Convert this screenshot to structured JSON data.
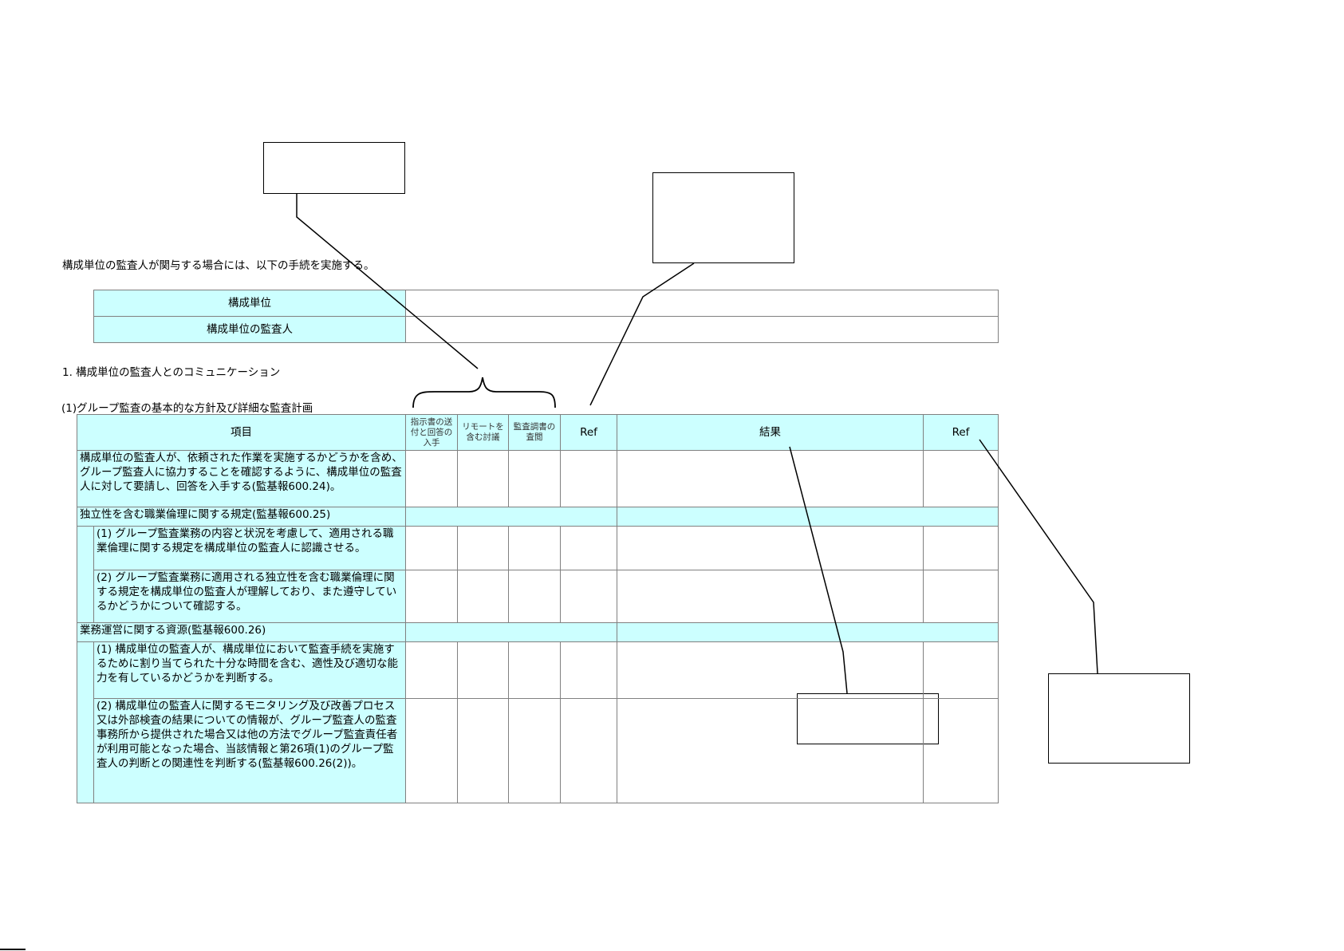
{
  "intro_text": "構成単位の監査人が関与する場合には、以下の手続を実施する。",
  "info_table": {
    "rows": [
      {
        "label": "構成単位",
        "value": ""
      },
      {
        "label": "構成単位の監査人",
        "value": ""
      }
    ]
  },
  "section_heading": "1. 構成単位の監査人とのコミュニケーション",
  "subsection_heading": "(1)グループ監査の基本的な方針及び詳細な監査計画",
  "main_table": {
    "headers": {
      "item": "項目",
      "col1": "指示書の送付と回答の入手",
      "col2": "リモートを含む討議",
      "col3": "監査調書の査閲",
      "ref1": "Ref",
      "result": "結果",
      "ref2": "Ref"
    },
    "row1": "構成単位の監査人が、依頼された作業を実施するかどうかを含め、グループ監査人に協力することを確認するように、構成単位の監査人に対して要請し、回答を入手する(監基報600.24)。",
    "section1": {
      "title": "独立性を含む職業倫理に関する規定(監基報600.25)",
      "items": [
        "(1) グループ監査業務の内容と状況を考慮して、適用される職業倫理に関する規定を構成単位の監査人に認識させる。",
        "(2) グループ監査業務に適用される独立性を含む職業倫理に関する規定を構成単位の監査人が理解しており、また遵守しているかどうかについて確認する。"
      ]
    },
    "section2": {
      "title": "業務運営に関する資源(監基報600.26)",
      "items": [
        "(1) 構成単位の監査人が、構成単位において監査手続を実施するために割り当てられた十分な時間を含む、適性及び適切な能力を有しているかどうかを判断する。",
        "(2) 構成単位の監査人に関するモニタリング及び改善プロセス又は外部検査の結果についての情報が、グループ監査人の監査事務所から提供された場合又は他の方法でグループ監査責任者が利用可能となった場合、当該情報と第26項(1)のグループ監査人の判断との関連性を判断する(監基報600.26(2))。"
      ]
    }
  },
  "colors": {
    "header_fill": "#ccffff",
    "border": "#808080"
  }
}
